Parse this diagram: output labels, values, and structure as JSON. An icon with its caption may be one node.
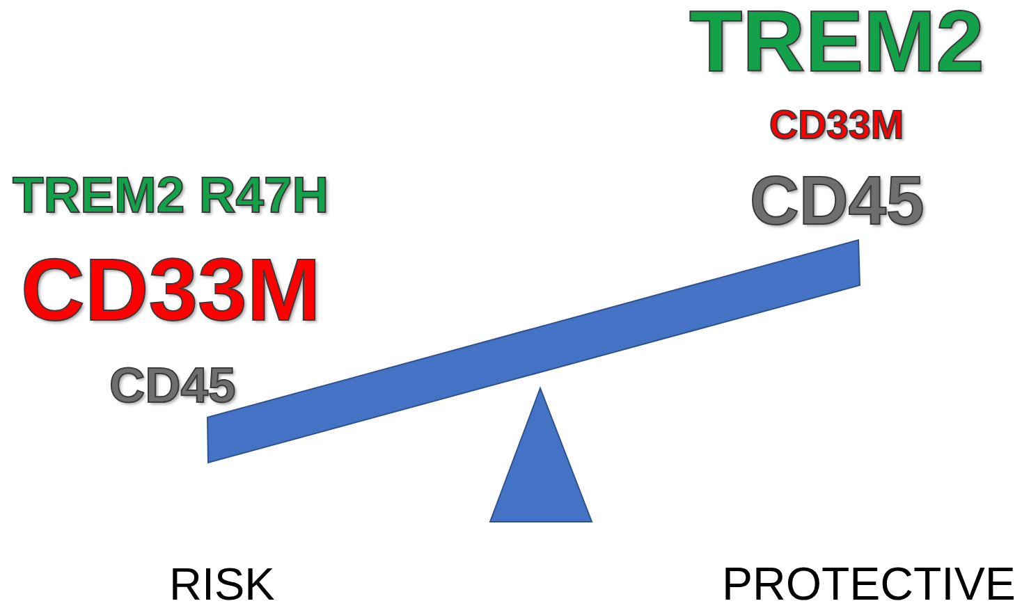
{
  "diagram": {
    "labels": [
      "TREM2",
      "CD33M",
      "TREM2 R47H",
      "CD45",
      "CD33M",
      "CD45",
      "RISK",
      "PROTECTIVE"
    ]
  }
}
